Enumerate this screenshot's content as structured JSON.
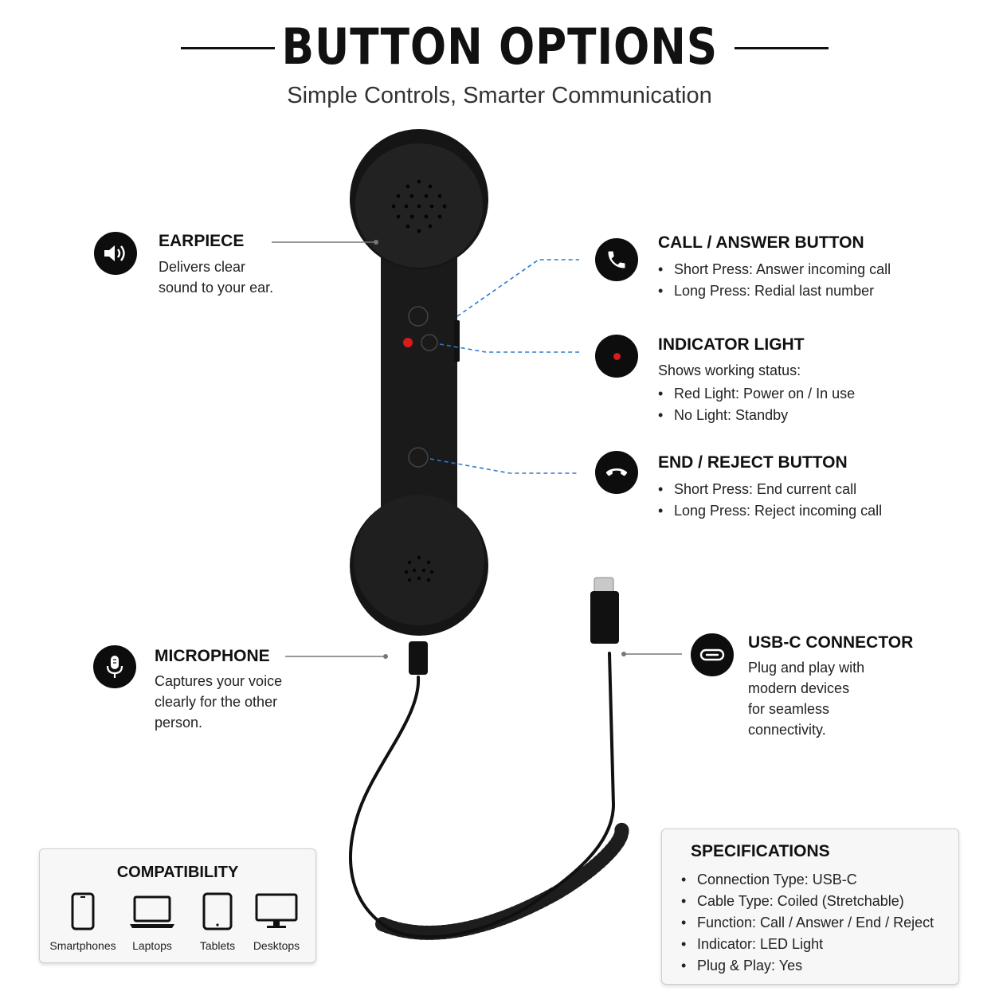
{
  "header": {
    "title": "BUTTON OPTIONS",
    "subtitle": "Simple Controls, Smarter Communication"
  },
  "features": {
    "earpiece": {
      "title": "EARPIECE",
      "text": [
        "Delivers clear",
        "sound to your ear."
      ],
      "icon": "speaker-icon"
    },
    "call_answer": {
      "title": "CALL / ANSWER BUTTON",
      "bullets": [
        "Short Press: Answer incoming call",
        "Long Press: Redial last number"
      ],
      "icon": "phone-icon"
    },
    "indicator": {
      "title": "INDICATOR LIGHT",
      "text": "Shows working status:",
      "bullets": [
        "Red Light: Power on / In use",
        "No Light: Standby"
      ],
      "icon": "red-dot-icon"
    },
    "end_reject": {
      "title": "END / REJECT BUTTON",
      "bullets": [
        "Short Press: End current call",
        "Long Press: Reject incoming call"
      ],
      "icon": "hang-up-icon"
    },
    "microphone": {
      "title": "MICROPHONE",
      "text": [
        "Captures your voice",
        "clearly for the other",
        "person."
      ],
      "icon": "microphone-icon"
    },
    "usbc": {
      "title": "USB-C CONNECTOR",
      "text": [
        "Plug and play with",
        "modern devices",
        "for seamless",
        "connectivity."
      ],
      "icon": "usb-c-icon"
    }
  },
  "compatibility": {
    "title": "COMPATIBILITY",
    "devices": [
      "Smartphones",
      "Laptops",
      "Tablets",
      "Desktops"
    ]
  },
  "specifications": {
    "title": "SPECIFICATIONS",
    "items": [
      "Connection Type: USB-C",
      "Cable Type: Coiled (Stretchable)",
      "Function: Call / Answer / End / Reject",
      "Indicator: LED Light",
      "Plug & Play: Yes"
    ]
  },
  "colors": {
    "handset": "#1a1a1a",
    "indicator_red": "#d81b1b",
    "dashed_line": "#2b7bd0"
  }
}
